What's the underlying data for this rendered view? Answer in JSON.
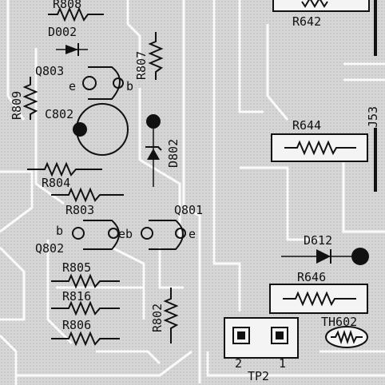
{
  "labels": {
    "r808": "R808",
    "d002": "D002",
    "r807": "R807",
    "q803": "Q803",
    "q803_e": "e",
    "q803_b": "b",
    "r809": "R809",
    "c802": "C802",
    "d802": "D802",
    "r804": "R804",
    "r803": "R803",
    "q801": "Q801",
    "q802_b": "b",
    "q802": "Q802",
    "eb": "eb",
    "q801_e": "e",
    "r805": "R805",
    "r816": "R816",
    "r806": "R806",
    "r802": "R802",
    "r642": "R642",
    "r644": "R644",
    "j53": "J53",
    "d612": "D612",
    "r646": "R646",
    "th602": "TH602",
    "tp2": "TP2",
    "tp2_pin2": "2",
    "tp2_pin1": "1"
  },
  "colors": {
    "board": "#d6d6d6",
    "trace": "#fafafa",
    "ink": "#111111"
  }
}
